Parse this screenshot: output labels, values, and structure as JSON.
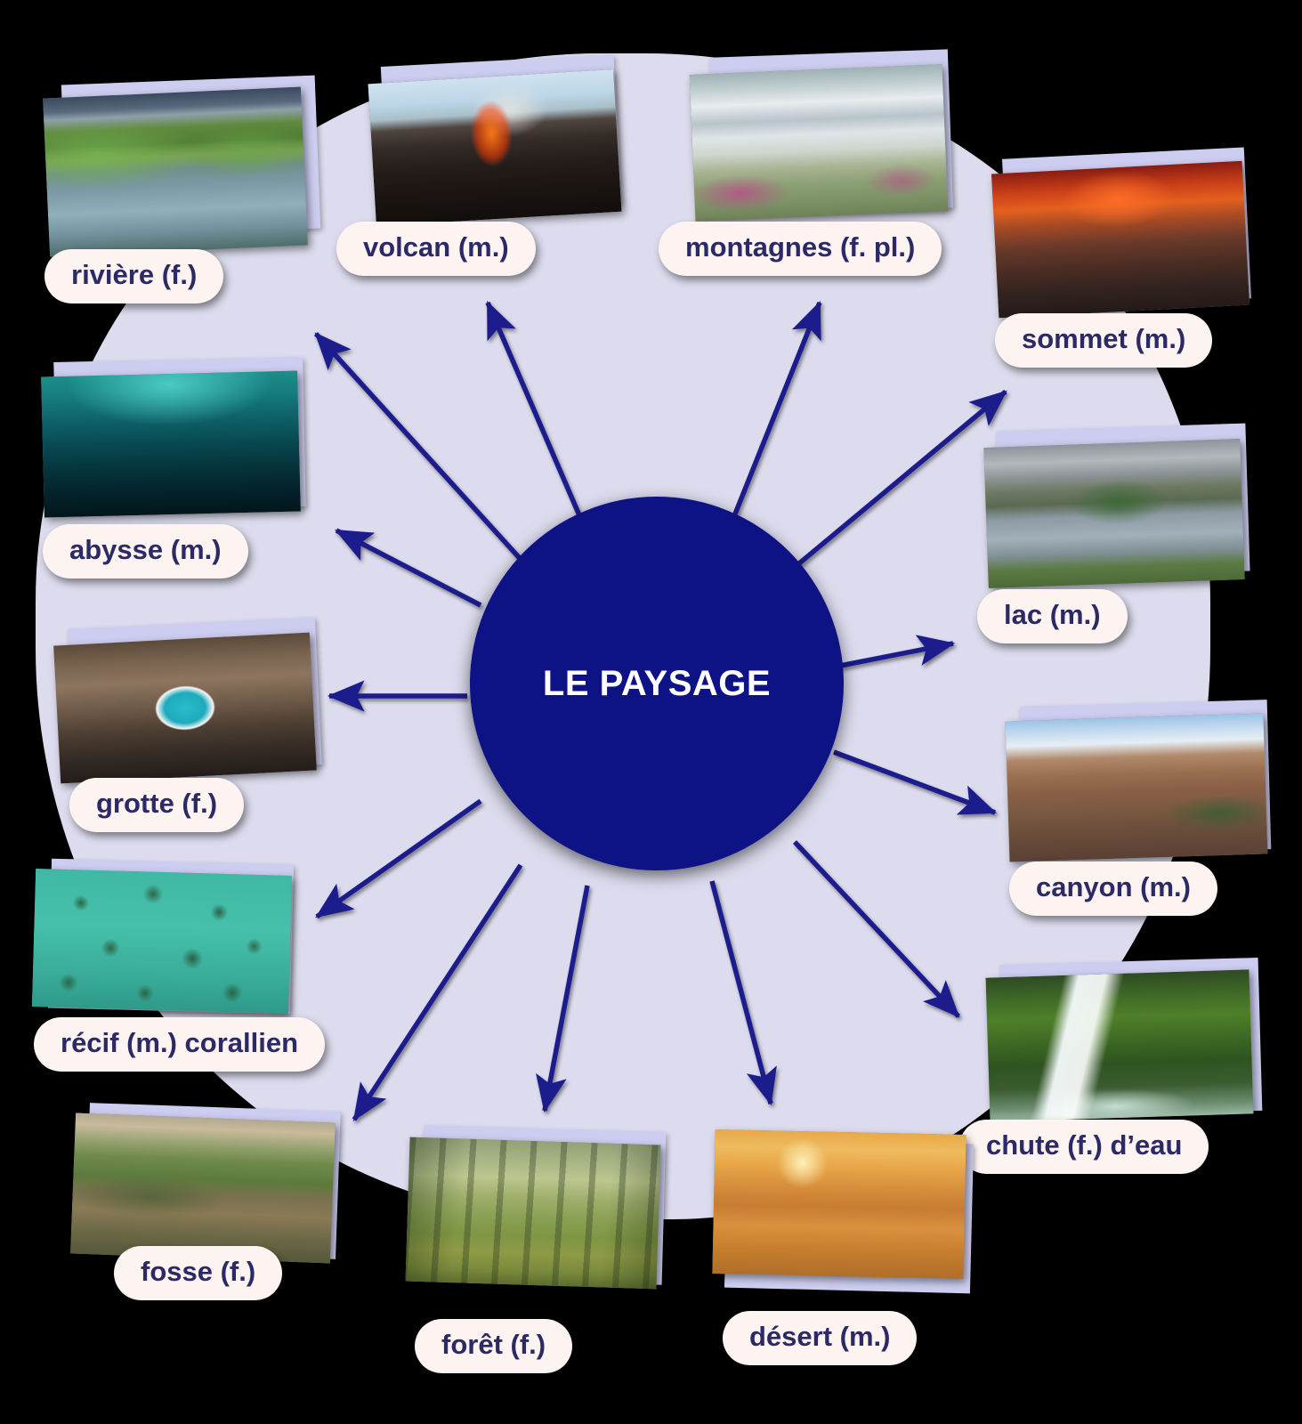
{
  "center": {
    "title": "LE PAYSAGE",
    "color": "#0d1285",
    "text_color": "#ffffff"
  },
  "theme": {
    "background_blob": "#dcdcee",
    "arrow_color": "#1a1a8c",
    "pill_background": "#fdf3f0",
    "pill_text": "#2c2a66",
    "photo_backing": "#cdcdf0",
    "page_background": "#000000"
  },
  "nodes": [
    {
      "id": "riviere",
      "label": "rivière (f.)",
      "gender": "f.",
      "image_alt": "riviere-photo",
      "image_description": "calm river lined with green trees under a dusk sky"
    },
    {
      "id": "volcan",
      "label": "volcan (m.)",
      "gender": "m.",
      "image_alt": "volcan-photo",
      "image_description": "erupting volcano with orange lava fountain and smoke plume"
    },
    {
      "id": "montagnes",
      "label": "montagnes (f. pl.)",
      "gender": "f. pl.",
      "image_alt": "montagnes-photo",
      "image_description": "snow-capped mountain range with stone path and pink heather"
    },
    {
      "id": "sommet",
      "label": "sommet (m.)",
      "gender": "m.",
      "image_alt": "sommet-photo",
      "image_description": "sharp mountain peak against a fiery red sunset sky"
    },
    {
      "id": "lac",
      "label": "lac (m.)",
      "gender": "m.",
      "image_alt": "lac-photo",
      "image_description": "lake with wooden rowing boat, wooded island and grey clouds"
    },
    {
      "id": "canyon",
      "label": "canyon (m.)",
      "gender": "m.",
      "image_alt": "canyon-photo",
      "image_description": "wide red rock canyon under a blue sky with clouds"
    },
    {
      "id": "chute",
      "label": "chute (f.) d’eau",
      "gender": "f.",
      "image_alt": "chute-deau-photo",
      "image_description": "waterfall falling into a green pool surrounded by mossy rocks"
    },
    {
      "id": "desert",
      "label": "désert (m.)",
      "gender": "m.",
      "image_alt": "desert-photo",
      "image_description": "orange sand dunes at sunrise"
    },
    {
      "id": "foret",
      "label": "forêt (f.)",
      "gender": "f.",
      "image_alt": "foret-photo",
      "image_description": "sunlit forest of tall slender trees"
    },
    {
      "id": "fosse",
      "label": "fosse (f.)",
      "gender": "f.",
      "image_alt": "fosse-photo",
      "image_description": "eroded green gully or pit in a landscape"
    },
    {
      "id": "recif",
      "label": "récif (m.) corallien",
      "gender": "m.",
      "image_alt": "recif-corallien-photo",
      "image_description": "aerial view of coral heads in turquoise shallow water"
    },
    {
      "id": "grotte",
      "label": "grotte (f.)",
      "gender": "f.",
      "image_alt": "grotte-photo",
      "image_description": "sea cave opening onto a beach and turquoise sea"
    },
    {
      "id": "abysse",
      "label": "abysse (m.)",
      "gender": "m.",
      "image_alt": "abysse-photo",
      "image_description": "deep dark teal ocean water with light rays from above"
    }
  ],
  "arrow_count": 13
}
